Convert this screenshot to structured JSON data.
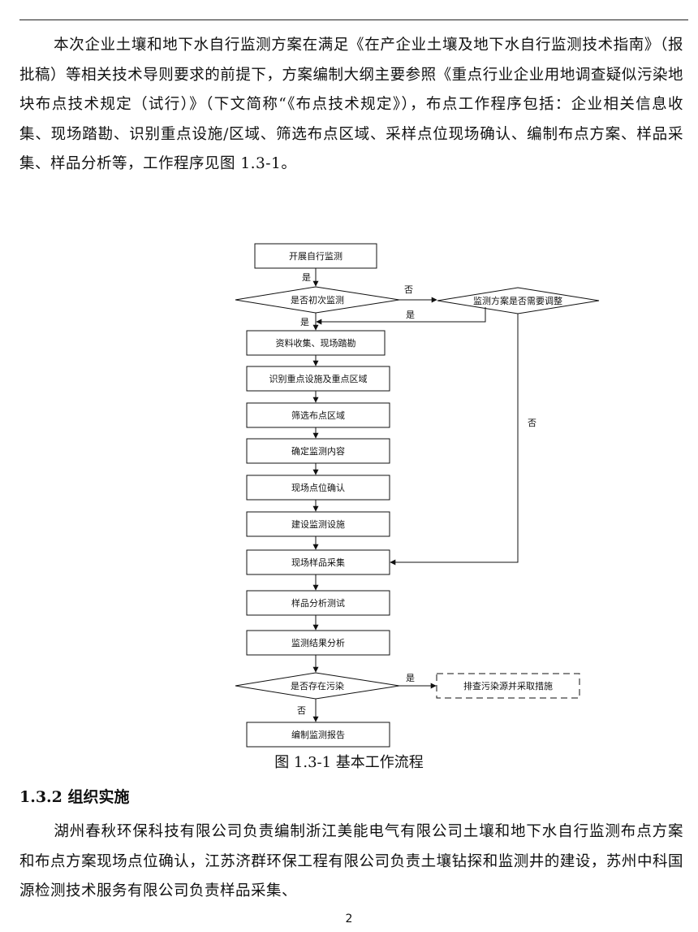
{
  "paragraph1": "本次企业土壤和地下水自行监测方案在满足《在产企业土壤及地下水自行监测技术指南》（报批稿）等相关技术导则要求的前提下，方案编制大纲主要参照《重点行业企业用地调查疑似污染地块布点技术规定（试行）》（下文简称“《布点技术规定》），布点工作程序包括：企业相关信息收集、现场踏勘、识别重点设施/区域、筛选布点区域、采样点位现场确认、编制布点方案、样品采集、样品分析等，工作程序见图 1.3-1。",
  "flowchart": {
    "start": "开展自行监测",
    "decision_first": "是否初次监测",
    "decision_adjust": "监测方案是否需要调整",
    "steps": [
      "资料收集、现场踏勘",
      "识别重点设施及重点区域",
      "筛选布点区域",
      "确定监测内容",
      "现场点位确认",
      "建设监测设施",
      "现场样品采集",
      "样品分析测试",
      "监测结果分析"
    ],
    "decision_pollution": "是否存在污染",
    "action_box": "排查污染源并采取措施",
    "end": "编制监测报告",
    "labels": {
      "yes": "是",
      "no": "否"
    }
  },
  "caption": "图 1.3-1  基本工作流程",
  "section_heading": "1.3.2 组织实施",
  "paragraph2": "湖州春秋环保科技有限公司负责编制浙江美能电气有限公司土壤和地下水自行监测布点方案和布点方案现场点位确认，江苏济群环保工程有限公司负责土壤钻探和监测井的建设，苏州中科国源检测技术服务有限公司负责样品采集、",
  "page_number": "2"
}
